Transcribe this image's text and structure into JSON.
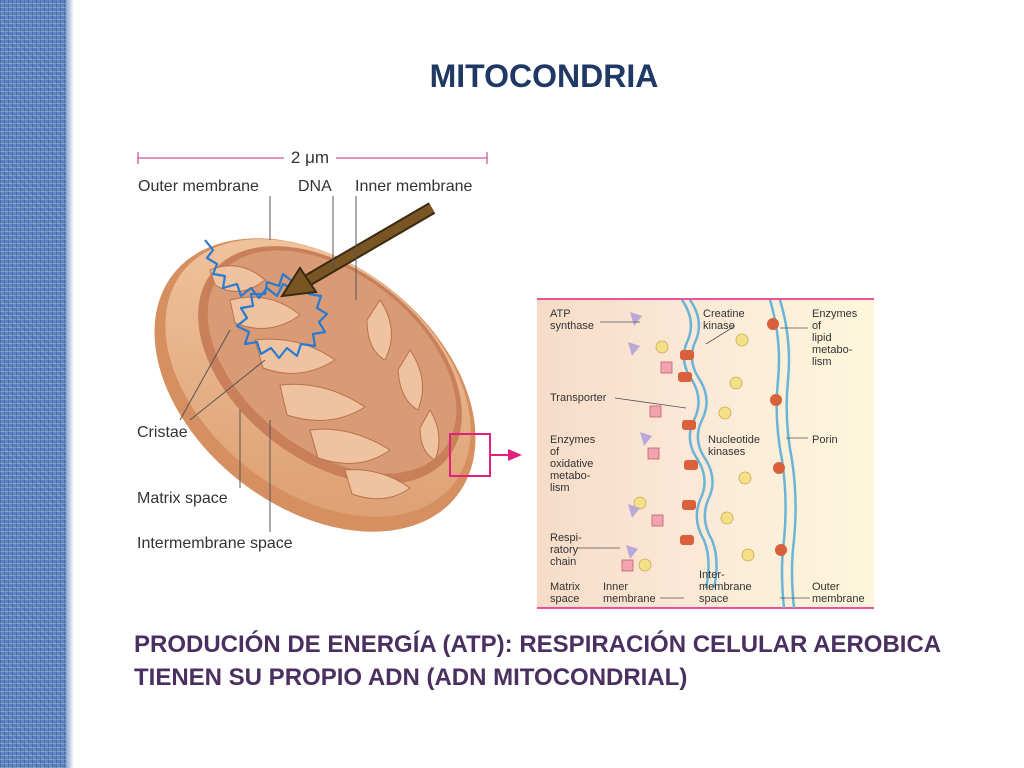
{
  "title": "MITOCONDRIA",
  "scale_label": "2 μm",
  "labels": {
    "outer_membrane": "Outer membrane",
    "dna": "DNA",
    "inner_membrane": "Inner membrane",
    "cristae": "Cristae",
    "matrix_space": "Matrix space",
    "intermembrane_space": "Intermembrane space"
  },
  "detail_labels": {
    "atp_synthase": [
      "ATP",
      "synthase"
    ],
    "creatine_kinase": [
      "Creatine",
      "kinase"
    ],
    "enzymes_lipid": [
      "Enzymes",
      "of",
      "lipid",
      "metabo-",
      "lism"
    ],
    "transporter": [
      "Transporter"
    ],
    "enzymes_oxidative": [
      "Enzymes",
      "of",
      "oxidative",
      "metabo-",
      "lism"
    ],
    "nucleotide_kinases": [
      "Nucleotide",
      "kinases"
    ],
    "porin": [
      "Porin"
    ],
    "respiratory_chain": [
      "Respi-",
      "ratory",
      "chain"
    ],
    "matrix_space": [
      "Matrix",
      "space"
    ],
    "inner_membrane": [
      "Inner",
      "membrane"
    ],
    "intermembrane_space": [
      "Inter-",
      "membrane",
      "space"
    ],
    "outer_membrane": [
      "Outer",
      "membrane"
    ]
  },
  "caption": {
    "line1": "PRODUCIÓN DE ENERGÍA (ATP): RESPIRACIÓN CELULAR AEROBICA",
    "line2": "TIENEN SU PROPIO ADN  (ADN MITOCONDRIAL)"
  },
  "colors": {
    "title": "#1f3864",
    "caption": "#4a3060",
    "highlight": "#e0207a",
    "dna": "#2a7bd0",
    "arrow": "#6b4a1c"
  }
}
